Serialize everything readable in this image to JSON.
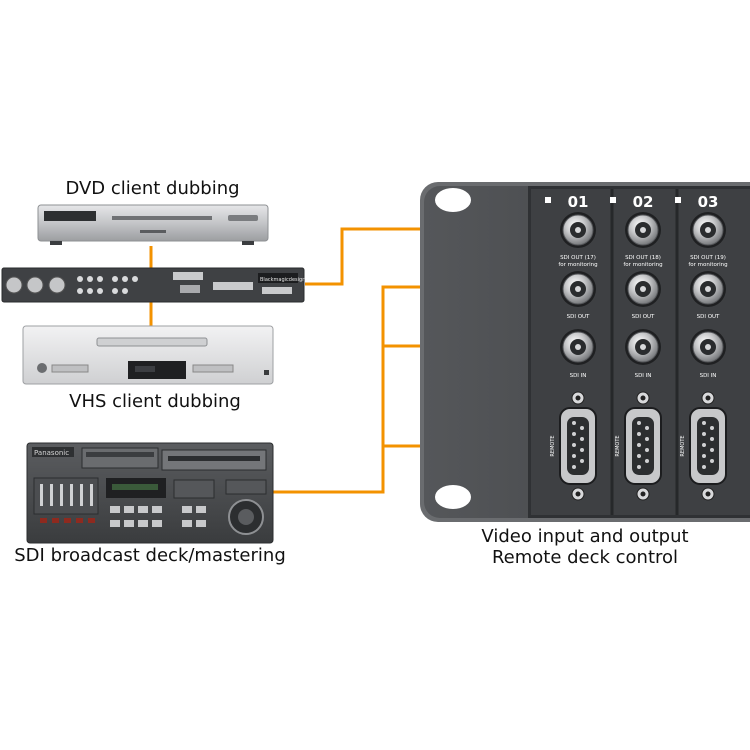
{
  "labels": {
    "dvd": "DVD client dubbing",
    "vhs": "VHS client dubbing",
    "sdi_deck": "SDI broadcast deck/mastering",
    "panel_line1": "Video input and output",
    "panel_line2": "Remote deck control"
  },
  "panel": {
    "channels": [
      {
        "number": "01",
        "sdi_out_label": "SDI OUT (17)",
        "sdi_out_sub": "for monitoring"
      },
      {
        "number": "02",
        "sdi_out_label": "SDI OUT (18)",
        "sdi_out_sub": "for monitoring"
      },
      {
        "number": "03",
        "sdi_out_label": "SDI OUT (19)",
        "sdi_out_sub": "for monitoring"
      }
    ],
    "sdi_out_label": "SDI OUT",
    "sdi_in_label": "SDI IN",
    "remote_label": "REMOTE"
  },
  "devices": {
    "deck_brand": "Panasonic",
    "converter_brand": "Blackmagicdesign"
  },
  "colors": {
    "cable": "#f39200",
    "panel": "#4a4c4f",
    "panel_dark": "#2e3032",
    "silver": "#c9cacc",
    "label_text": "#111111"
  }
}
